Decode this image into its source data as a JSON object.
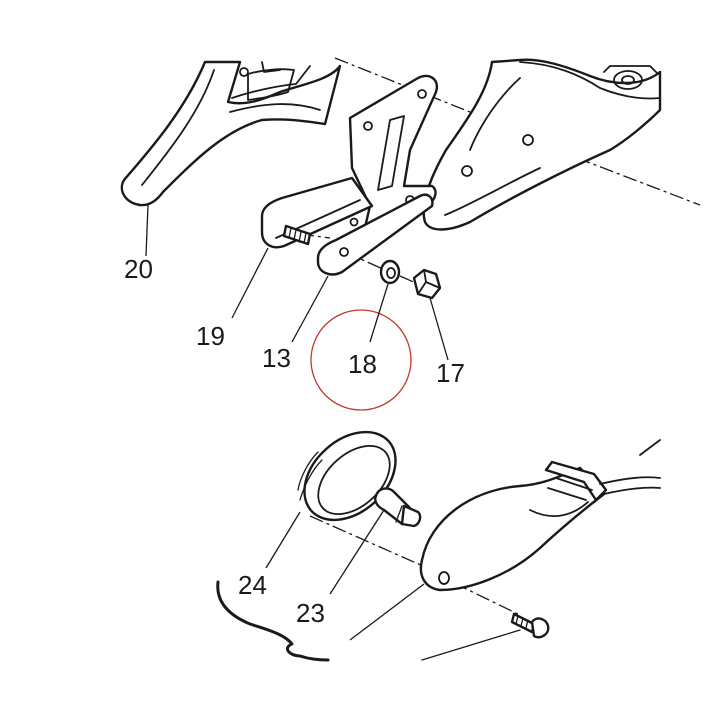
{
  "diagram": {
    "part_labels": {
      "p20": "20",
      "p19": "19",
      "p13": "13",
      "p18": "18",
      "p17": "17",
      "p24": "24",
      "p23": "23"
    },
    "highlight_color": "#c0392b",
    "line_color": "#1a1a1a"
  }
}
